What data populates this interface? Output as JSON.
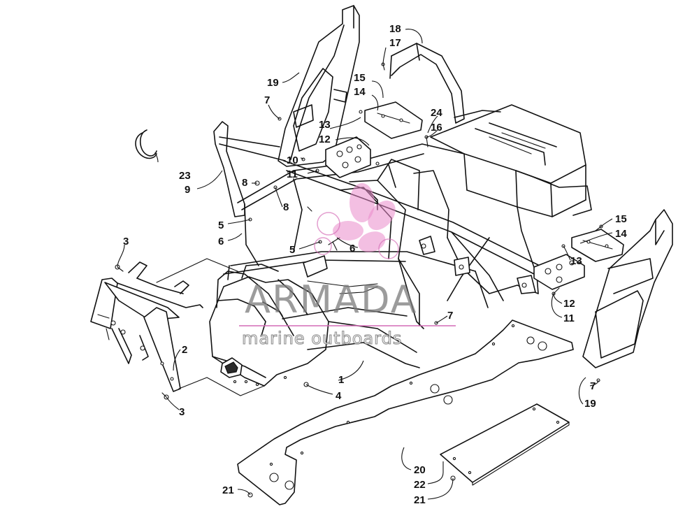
{
  "callouts": [
    {
      "id": "c18",
      "text": "18"
    },
    {
      "id": "c17",
      "text": "17"
    },
    {
      "id": "c15a",
      "text": "15"
    },
    {
      "id": "c14a",
      "text": "14"
    },
    {
      "id": "c24",
      "text": "24"
    },
    {
      "id": "c16",
      "text": "16"
    },
    {
      "id": "c19a",
      "text": "19"
    },
    {
      "id": "c7a",
      "text": "7"
    },
    {
      "id": "c13a",
      "text": "13"
    },
    {
      "id": "c12a",
      "text": "12"
    },
    {
      "id": "c10",
      "text": "10"
    },
    {
      "id": "c11a",
      "text": "11"
    },
    {
      "id": "c23",
      "text": "23"
    },
    {
      "id": "c9",
      "text": "9"
    },
    {
      "id": "c8a",
      "text": "8"
    },
    {
      "id": "c8b",
      "text": "8"
    },
    {
      "id": "c5a",
      "text": "5"
    },
    {
      "id": "c6a",
      "text": "6"
    },
    {
      "id": "c5b",
      "text": "5"
    },
    {
      "id": "c6b",
      "text": "6"
    },
    {
      "id": "c3a",
      "text": "3"
    },
    {
      "id": "c15b",
      "text": "15"
    },
    {
      "id": "c14b",
      "text": "14"
    },
    {
      "id": "c13b",
      "text": "13"
    },
    {
      "id": "c12b",
      "text": "12"
    },
    {
      "id": "c11b",
      "text": "11"
    },
    {
      "id": "c7b",
      "text": "7"
    },
    {
      "id": "c2",
      "text": "2"
    },
    {
      "id": "c1",
      "text": "1"
    },
    {
      "id": "c4",
      "text": "4"
    },
    {
      "id": "c3b",
      "text": "3"
    },
    {
      "id": "c7c",
      "text": "7"
    },
    {
      "id": "c19b",
      "text": "19"
    },
    {
      "id": "c20",
      "text": "20"
    },
    {
      "id": "c22",
      "text": "22"
    },
    {
      "id": "c21a",
      "text": "21"
    },
    {
      "id": "c21b",
      "text": "21"
    }
  ],
  "watermark": {
    "title": "ARMADA",
    "subtitle": "marine outboards",
    "color": "#7c7c7c",
    "logo_color": "#e98acb"
  }
}
